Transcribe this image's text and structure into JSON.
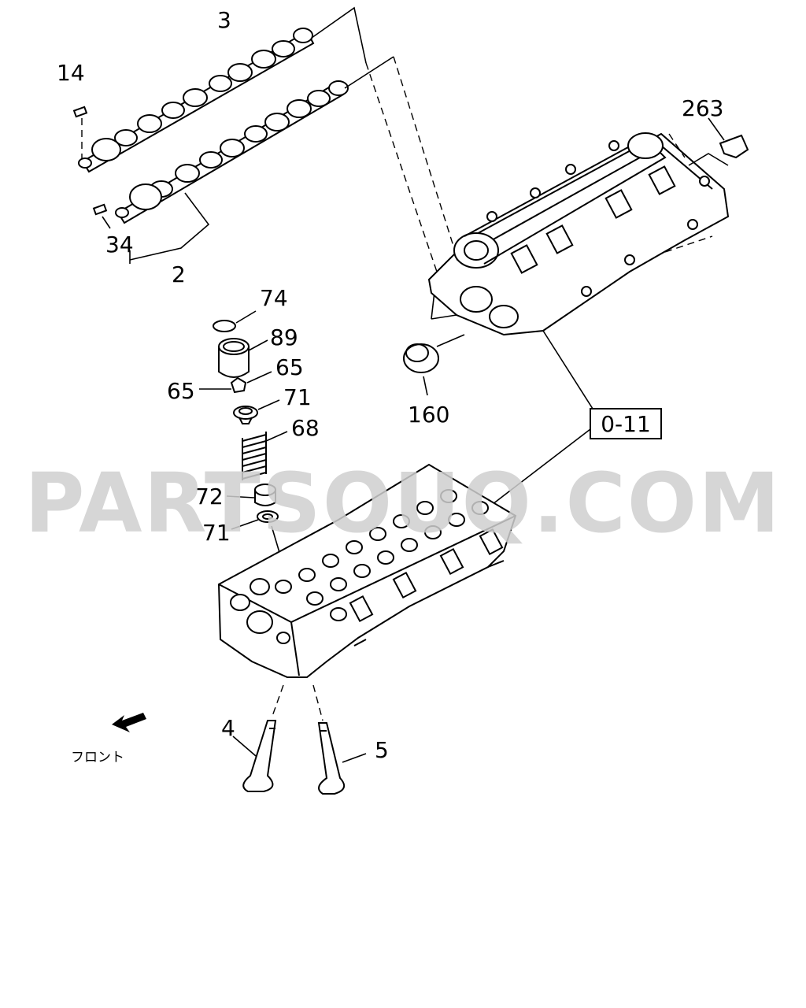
{
  "watermark": "PARTSOUQ.COM",
  "front_label": "フロント",
  "reference_box": "0-11",
  "callouts": {
    "c3": "3",
    "c14": "14",
    "c34": "34",
    "c2": "2",
    "c263": "263",
    "c74": "74",
    "c89": "89",
    "c65a": "65",
    "c65b": "65",
    "c71a": "71",
    "c68": "68",
    "c160": "160",
    "c72": "72",
    "c71b": "71",
    "c4": "4",
    "c5": "5"
  }
}
